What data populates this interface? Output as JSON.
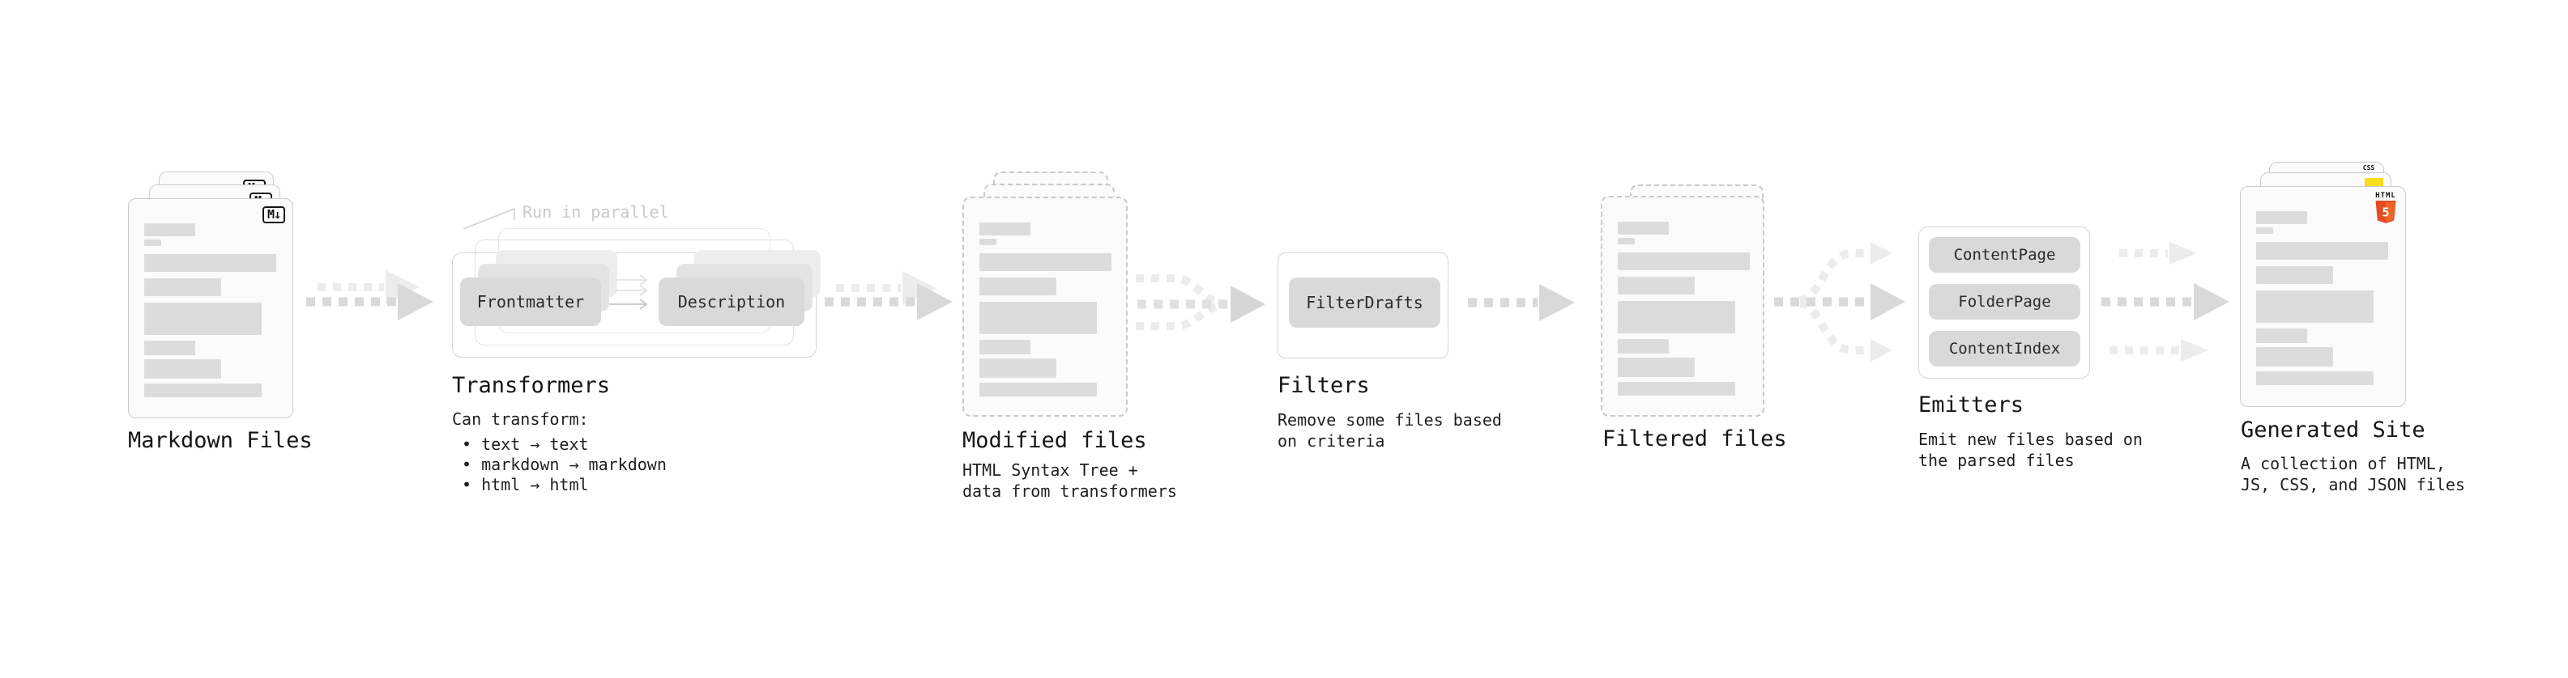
{
  "stages": {
    "markdown_files": {
      "title": "Markdown Files",
      "badge": "M↓"
    },
    "transformers": {
      "title": "Transformers",
      "note": "Run in parallel",
      "pills": [
        "Frontmatter",
        "Description"
      ],
      "caption_heading": "Can transform:",
      "bullets": [
        "• text → text",
        "• markdown → markdown",
        "• html → html"
      ]
    },
    "modified_files": {
      "title": "Modified files",
      "caption_line1": "HTML Syntax Tree +",
      "caption_line2": "data from transformers"
    },
    "filters": {
      "title": "Filters",
      "pill": "FilterDrafts",
      "caption_line1": "Remove some files based",
      "caption_line2": "on criteria"
    },
    "filtered_files": {
      "title": "Filtered files"
    },
    "emitters": {
      "title": "Emitters",
      "pills": [
        "ContentPage",
        "FolderPage",
        "ContentIndex"
      ],
      "caption_line1": "Emit new files based on",
      "caption_line2": "the parsed files"
    },
    "generated_site": {
      "title": "Generated Site",
      "caption_line1": "A collection of HTML,",
      "caption_line2": "JS, CSS, and JSON files",
      "css_label": "CSS",
      "html_label": "HTML",
      "html_number": "5"
    }
  },
  "colors": {
    "html5_orange": "#e44d26",
    "html5_orange_light": "#f16529",
    "js_yellow": "#f7df1e",
    "css_blue": "#2965f1",
    "arrow_gray": "#d9d9d9",
    "arrow_light": "#ececec",
    "pill_gray": "#d9d9d9",
    "note_gray": "#c9c9c9"
  }
}
